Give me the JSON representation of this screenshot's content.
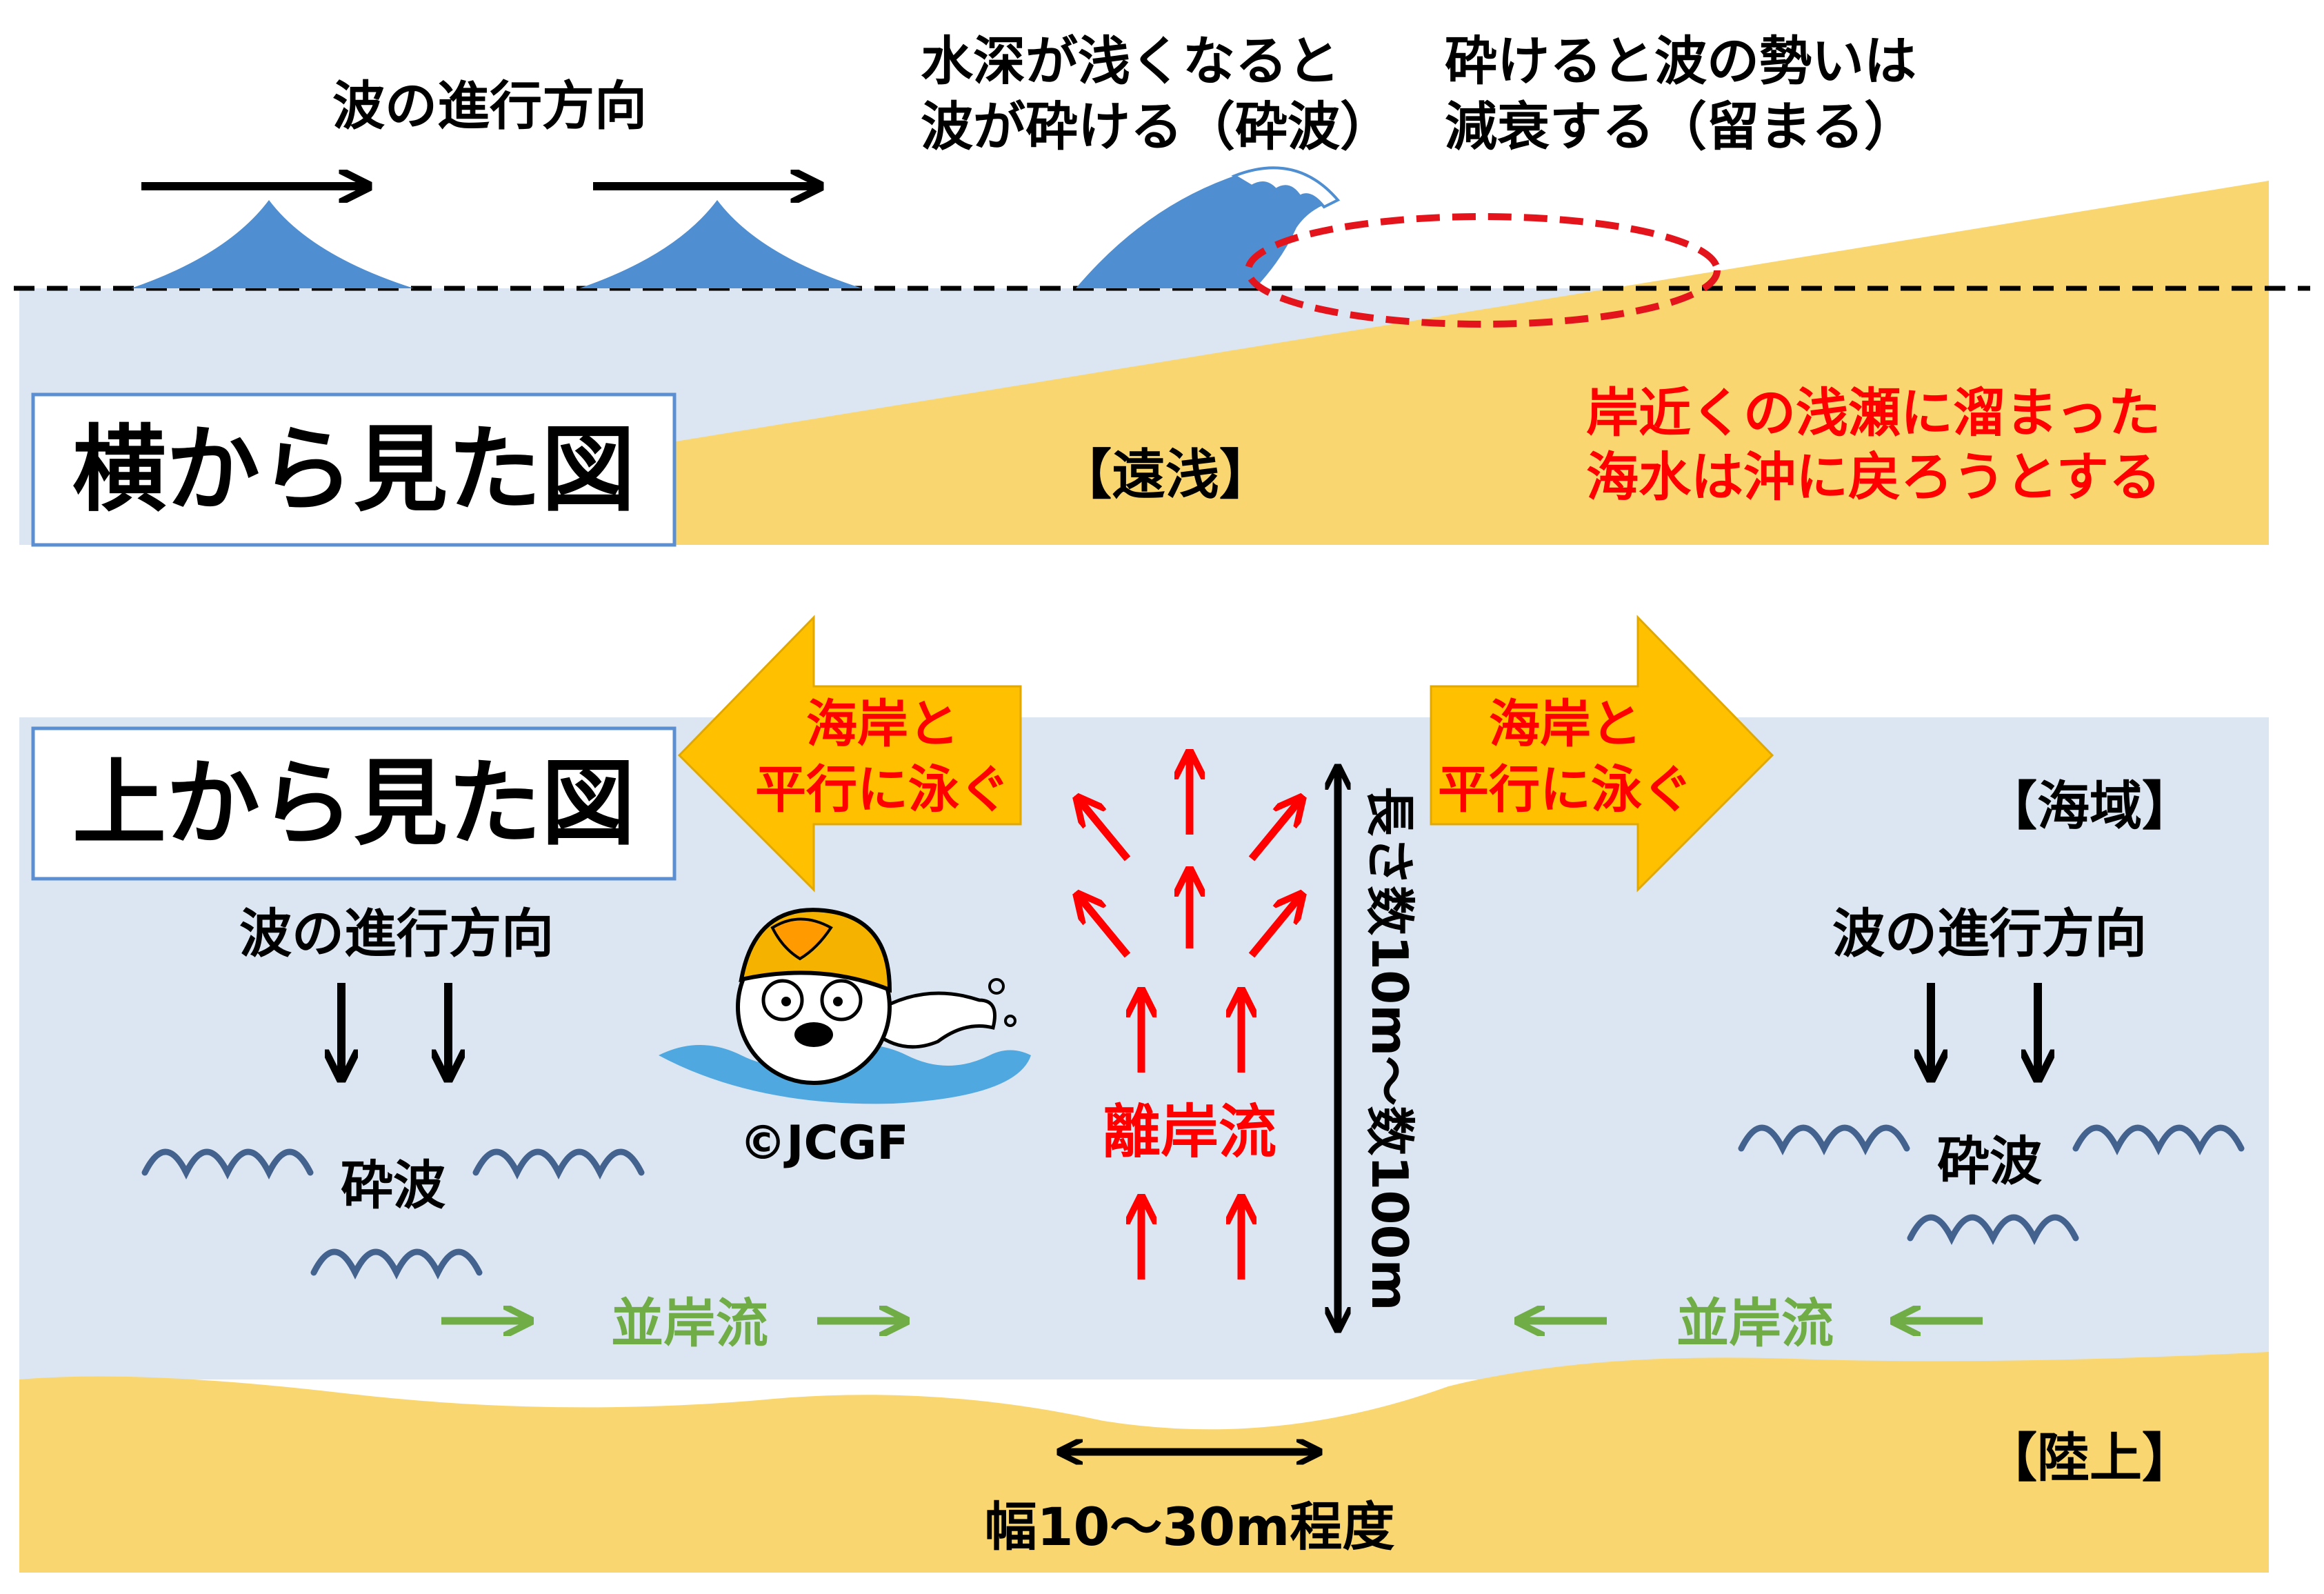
{
  "side_view": {
    "title": "横から見た図",
    "wave_direction_label": "波の進行方向",
    "breaking_label": [
      "水深が浅くなると",
      "波が砕ける（砕波）"
    ],
    "attenuation_label": [
      "砕けると波の勢いは",
      "減衰する（留まる）"
    ],
    "shallow_label": "【遠浅】",
    "return_label": [
      "岸近くの浅瀬に溜まった",
      "海水は沖に戻ろうとする"
    ]
  },
  "top_view": {
    "title": "上から見た図",
    "swim_left_label": [
      "海岸と",
      "平行に泳ぐ"
    ],
    "swim_right_label": [
      "海岸と",
      "平行に泳ぐ"
    ],
    "sea_area_label": "【海域】",
    "land_label": "【陸上】",
    "wave_direction_left": "波の進行方向",
    "wave_direction_right": "波の進行方向",
    "breaking_left": "砕波",
    "breaking_right": "砕波",
    "longshore_left": "並岸流",
    "longshore_right": "並岸流",
    "rip_current_label": "離岸流",
    "length_label": "長さ数10m～数100m",
    "width_label": "幅10～30m程度",
    "copyright": "©JCGF"
  },
  "colors": {
    "sea": "#dce6f2",
    "sand": "#f9d66f",
    "wave": "#4f8ed0",
    "rip_arrow": "#ff0000",
    "swim_arrow": "#ffc000",
    "longshore_arrow": "#70ad47",
    "label_red": "#ff0000",
    "label_green": "#70ad47"
  },
  "icons": [
    "arrow-right-icon",
    "arrow-down-icon",
    "arrow-up-icon",
    "double-arrow-icon",
    "swimmer-seal-icon",
    "wave-squiggle-icon"
  ]
}
